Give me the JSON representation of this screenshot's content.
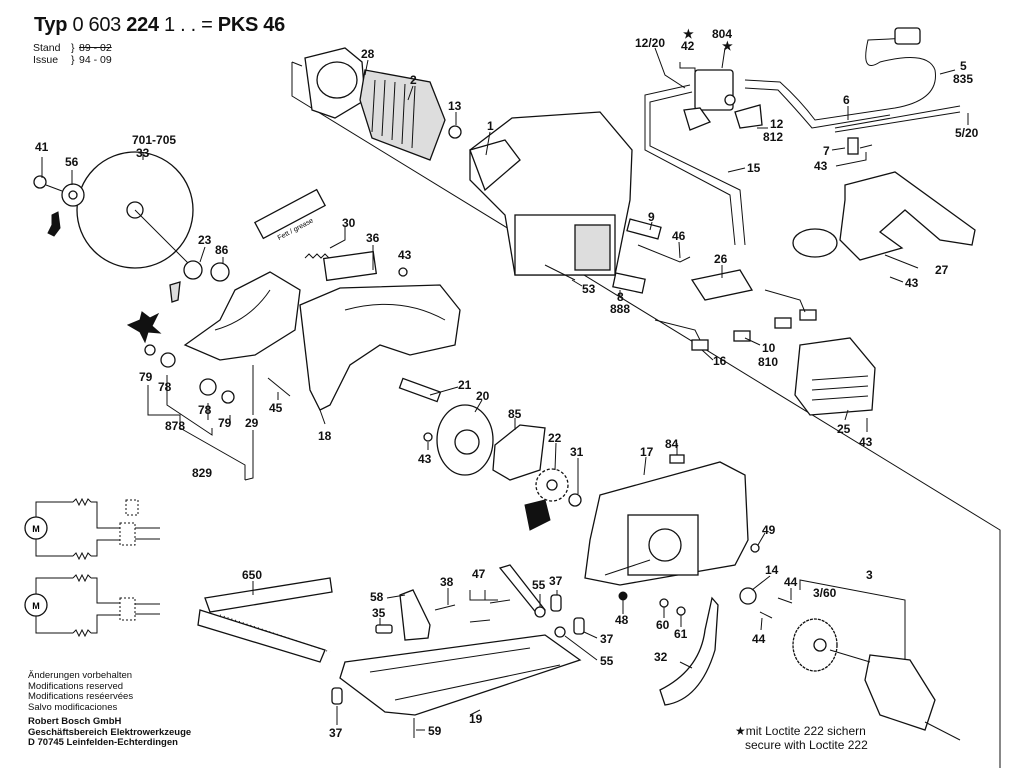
{
  "header": {
    "type_prefix": "Typ",
    "type_number": "0 603",
    "type_number_bold": "224",
    "type_suffix": "1 . . =",
    "model": "PKS 46",
    "stand_label": "Stand",
    "stand_value": "89 - 02",
    "issue_label": "Issue",
    "issue_value": "94 - 09"
  },
  "footer_left": {
    "notes": [
      "Änderungen vorbehalten",
      "Modifications reserved",
      "Modifications reséervées",
      "Salvo modificaciones"
    ],
    "company": [
      "Robert Bosch GmbH",
      "Geschäftsbereich Elektrowerkzeuge",
      "D 70745 Leinfelden-Echterdingen"
    ]
  },
  "footer_right": {
    "star": "★",
    "line1": "mit Loctite 222 sichern",
    "line2": "secure with Loctite 222"
  },
  "grease_tube_label": "Fett / grease",
  "callouts": [
    {
      "id": "28",
      "label": "28"
    },
    {
      "id": "2",
      "label": "2"
    },
    {
      "id": "13",
      "label": "13"
    },
    {
      "id": "1",
      "label": "1"
    },
    {
      "id": "12-20",
      "label": "12/20"
    },
    {
      "id": "42",
      "label": "42",
      "star": true
    },
    {
      "id": "804",
      "label": "804",
      "star": true
    },
    {
      "id": "5",
      "label": "5"
    },
    {
      "id": "835",
      "label": "835"
    },
    {
      "id": "6",
      "label": "6"
    },
    {
      "id": "812",
      "label": "812",
      "subtag": "12"
    },
    {
      "id": "5-20",
      "label": "5/20"
    },
    {
      "id": "7",
      "label": "7"
    },
    {
      "id": "43a",
      "label": "43"
    },
    {
      "id": "15",
      "label": "15"
    },
    {
      "id": "41",
      "label": "41"
    },
    {
      "id": "56",
      "label": "56"
    },
    {
      "id": "701-705",
      "label": "701-705"
    },
    {
      "id": "33",
      "label": "33"
    },
    {
      "id": "23",
      "label": "23"
    },
    {
      "id": "86",
      "label": "86"
    },
    {
      "id": "30",
      "label": "30"
    },
    {
      "id": "36",
      "label": "36"
    },
    {
      "id": "43b",
      "label": "43"
    },
    {
      "id": "9",
      "label": "9"
    },
    {
      "id": "46",
      "label": "46"
    },
    {
      "id": "26",
      "label": "26"
    },
    {
      "id": "27",
      "label": "27"
    },
    {
      "id": "43c",
      "label": "43"
    },
    {
      "id": "53",
      "label": "53"
    },
    {
      "id": "888",
      "label": "888",
      "subtag": "8"
    },
    {
      "id": "16",
      "label": "16"
    },
    {
      "id": "810",
      "label": "810",
      "subtag": "10"
    },
    {
      "id": "79a",
      "label": "79"
    },
    {
      "id": "78a",
      "label": "78"
    },
    {
      "id": "78b",
      "label": "78"
    },
    {
      "id": "79b",
      "label": "79"
    },
    {
      "id": "29",
      "label": "29"
    },
    {
      "id": "45",
      "label": "45"
    },
    {
      "id": "878",
      "label": "878"
    },
    {
      "id": "829",
      "label": "829"
    },
    {
      "id": "18",
      "label": "18"
    },
    {
      "id": "21",
      "label": "21"
    },
    {
      "id": "20",
      "label": "20"
    },
    {
      "id": "85",
      "label": "85"
    },
    {
      "id": "43d",
      "label": "43"
    },
    {
      "id": "22",
      "label": "22"
    },
    {
      "id": "31",
      "label": "31"
    },
    {
      "id": "25",
      "label": "25"
    },
    {
      "id": "43e",
      "label": "43"
    },
    {
      "id": "17",
      "label": "17"
    },
    {
      "id": "84",
      "label": "84"
    },
    {
      "id": "49",
      "label": "49"
    },
    {
      "id": "14",
      "label": "14"
    },
    {
      "id": "44a",
      "label": "44"
    },
    {
      "id": "44b",
      "label": "44"
    },
    {
      "id": "3-60",
      "label": "3/60"
    },
    {
      "id": "3",
      "label": "3"
    },
    {
      "id": "48",
      "label": "48"
    },
    {
      "id": "60",
      "label": "60"
    },
    {
      "id": "61",
      "label": "61"
    },
    {
      "id": "32",
      "label": "32"
    },
    {
      "id": "650",
      "label": "650"
    },
    {
      "id": "58",
      "label": "58"
    },
    {
      "id": "38",
      "label": "38"
    },
    {
      "id": "47",
      "label": "47"
    },
    {
      "id": "55a",
      "label": "55"
    },
    {
      "id": "37a",
      "label": "37"
    },
    {
      "id": "35",
      "label": "35"
    },
    {
      "id": "37b",
      "label": "37"
    },
    {
      "id": "55b",
      "label": "55"
    },
    {
      "id": "37c",
      "label": "37"
    },
    {
      "id": "19",
      "label": "19"
    },
    {
      "id": "59",
      "label": "59"
    }
  ],
  "wiring": {
    "motor_symbol": "M"
  }
}
